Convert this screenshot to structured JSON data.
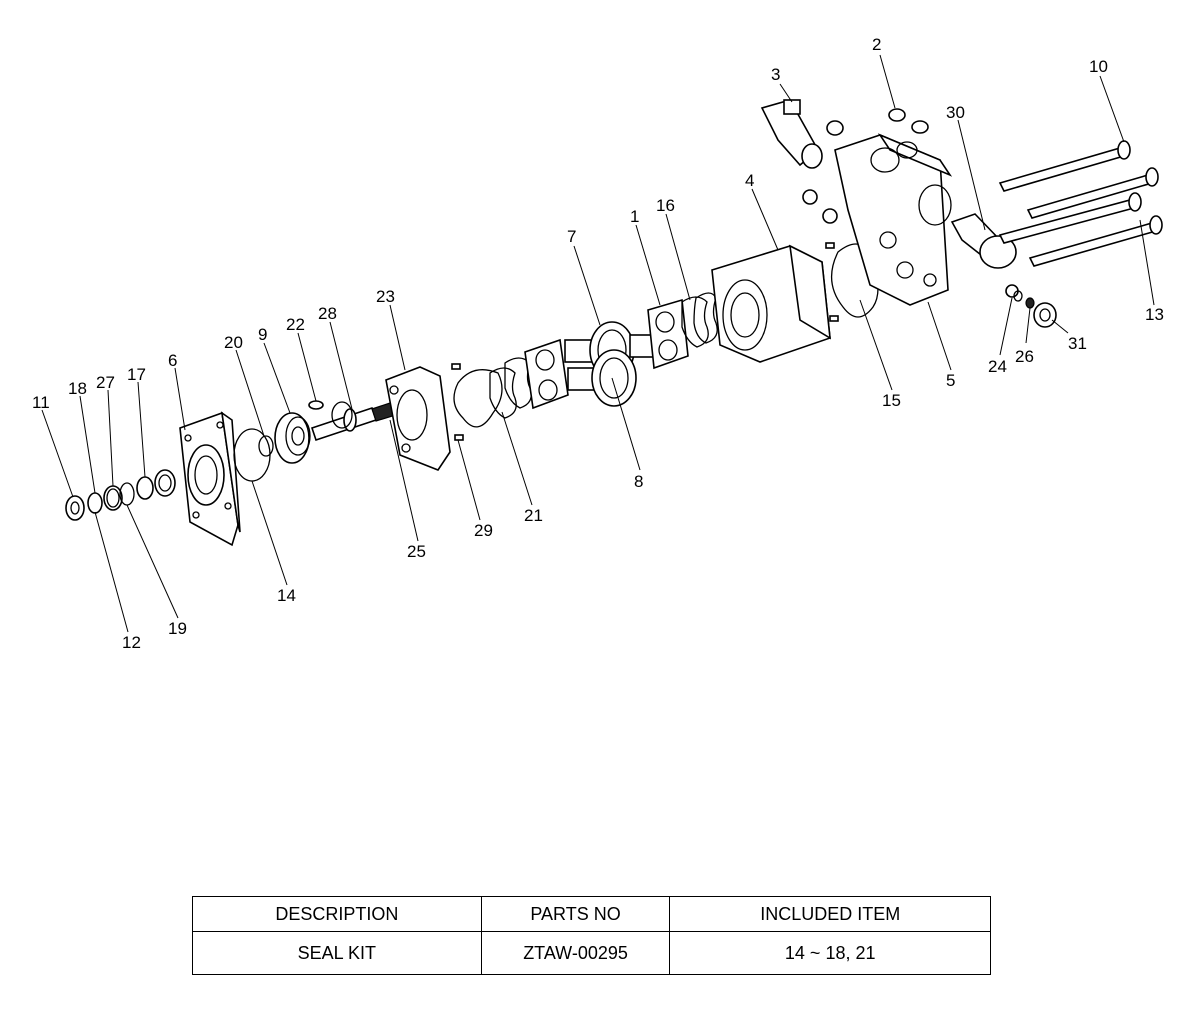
{
  "callouts": [
    "1",
    "2",
    "3",
    "4",
    "5",
    "6",
    "7",
    "8",
    "9",
    "10",
    "11",
    "12",
    "13",
    "14",
    "15",
    "16",
    "17",
    "18",
    "19",
    "20",
    "21",
    "22",
    "23",
    "24",
    "25",
    "26",
    "27",
    "28",
    "29",
    "30",
    "31"
  ],
  "table": {
    "headers": [
      "DESCRIPTION",
      "PARTS NO",
      "INCLUDED ITEM"
    ],
    "rows": [
      [
        "SEAL KIT",
        "ZTAW-00295",
        "14 ~ 18, 21"
      ]
    ]
  }
}
